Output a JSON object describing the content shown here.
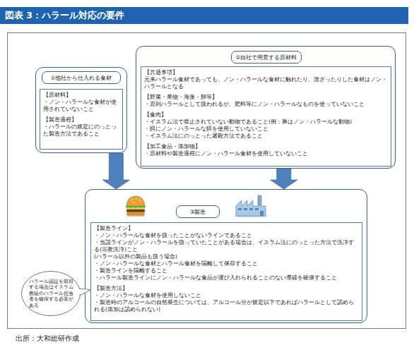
{
  "diagram": {
    "title": "図表 3：ハラール対応の要件",
    "caption": "出所：大和総研作成",
    "nodes": [
      {
        "text": [
          "①他社から仕入れる食材"
        ]
      },
      {
        "text": [
          "【原材料】",
          "・ノン・ハラールな食材が使用されていないこと",
          "【製造過程】",
          "・ハラールの規定にのっとった製造方法であること"
        ],
        "in": 0
      },
      {
        "text": [
          "②自社で用意する原材料"
        ]
      },
      {
        "text": [
          "【共通事項】",
          "元来ハラール食材であっても、ノン・ハラールな食材に触れたり、混ざったりした食材はノン・ハラールとなる",
          "【野菜・果物・海藻・卵等】",
          "・原則ハラールとして扱われるが、肥料等にノン・ハラールなものを使っていないこと",
          "【食肉】",
          "・イスラム法で禁止されていない動物であること(例：豚はノン・ハラールな動物)",
          "・餌にノン・ハラールな餌を使用していないこと",
          "・イスラム法にのっとった屠殺方法であること",
          "【加工食品・添加物】",
          "・原材料や製造過程にノン・ハラール食材を使用していないこと"
        ],
        "in": 2
      },
      {
        "text": [
          "③製造"
        ]
      },
      {
        "text": [
          "【製造ライン】",
          "・ノン・ハラールな食材を扱ったことがないラインであること",
          "・当該ラインがノン・ハラールを扱っていたことがある場合は、イスラム法にのっとった方法で洗浄する(宗教洗浄)こと",
          "(ハラール以外の製品も扱う場合)",
          "・ノン・ハラールな食材とハラール食材を隔離して保存すること",
          "・製造ラインを隔離すること",
          "・ハラール製造ラインにノン・ハラールな食品が運び入れられることのない導線を確保すること",
          "【製造方法】",
          "・ノン・ハラールな食材を使用しないこと",
          "・製造時のアルコールの自然発生については、アルコール分が規定以下であればハラールとして認められる(添加は認められない)"
        ],
        "in": 4
      },
      {
        "text": [
          "ハラール認証を取得する場合はイスラム教徒のハラール担当者を確保する必要がある"
        ]
      }
    ],
    "edges": [
      {
        "from": 0,
        "to": 4,
        "arrow": "to"
      },
      {
        "from": 2,
        "to": 4,
        "arrow": "to"
      }
    ]
  }
}
